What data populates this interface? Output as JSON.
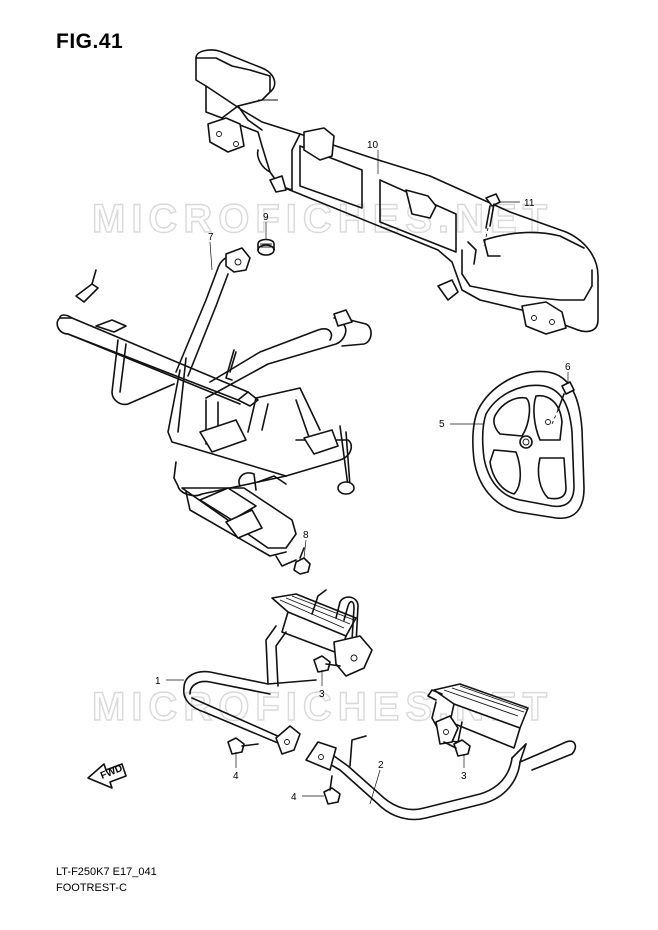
{
  "figure": {
    "title": "FIG.41",
    "model_code": "LT-F250K7 E17_041",
    "section_name": "FOOTREST-C"
  },
  "watermark": {
    "text_top": "MICROFICHES.NET",
    "text_bottom": "MICROFICHES.NET"
  },
  "callouts": {
    "p1": "1",
    "p2": "2",
    "p3a": "3",
    "p3b": "3",
    "p4a": "4",
    "p4b": "4",
    "p5": "5",
    "p6": "6",
    "p7": "7",
    "p8": "8",
    "p9": "9",
    "p10": "10",
    "p11": "11"
  },
  "fwd_label": "FWD"
}
